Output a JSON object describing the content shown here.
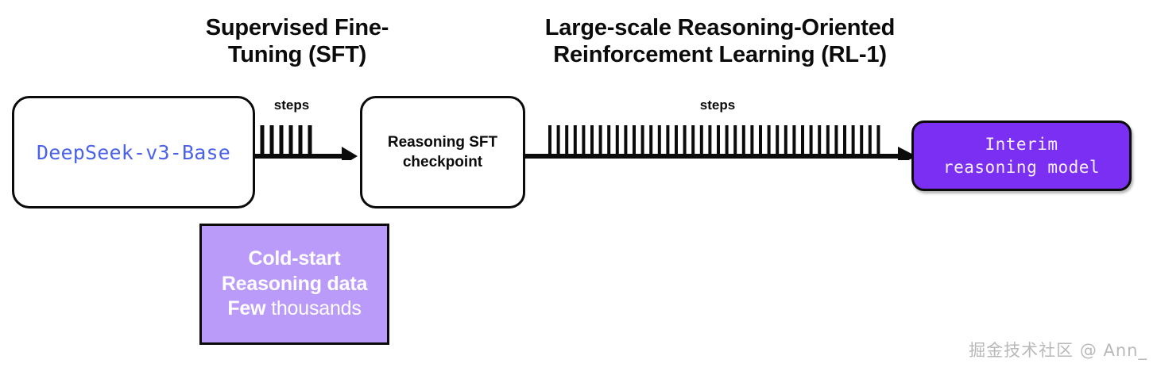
{
  "diagram": {
    "title_sft": "Supervised Fine-\nTuning (SFT)",
    "title_rl": "Large-scale Reasoning-Oriented\nReinforcement Learning (RL-1)",
    "nodes": {
      "base_model": "DeepSeek-v3-Base",
      "sft_checkpoint": "Reasoning SFT\ncheckpoint",
      "interim_model": "Interim\nreasoning model"
    },
    "data_box": {
      "line1": "Cold-start",
      "line2": "Reasoning data",
      "line3_strong": "Few",
      "line3_soft": "thousands"
    },
    "arrows": {
      "sft_steps_label": "steps",
      "sft_tick_count": 6,
      "rl_steps_label": "steps",
      "rl_tick_count": 40
    },
    "colors": {
      "accent_purple": "#7b2ff2",
      "light_purple": "#bb9bf9",
      "base_model_blue": "#4a62e8",
      "stroke_black": "#0b0b0b"
    }
  },
  "watermark": {
    "text": "掘金技术社区 @ Ann_"
  }
}
